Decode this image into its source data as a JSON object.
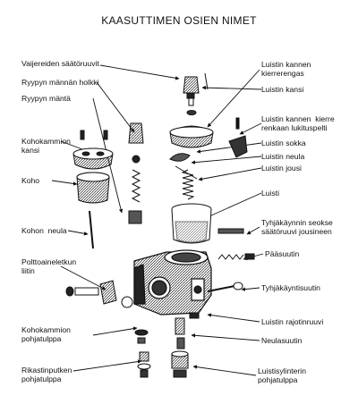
{
  "title": "KAASUTTIMEN OSIEN NIMET",
  "labels_left": {
    "vaijereiden_saatoruuvit": "Vaijereiden säätöruuvit",
    "ryypyn_mannan_holkki": "Ryypyn männän holkki",
    "ryypyn_manta": "Ryypyn mäntä",
    "kohokammion_kansi": "Kohokammion\nkansi",
    "koho": "Koho",
    "kohon_neula": "Kohon  neula",
    "polttoaineletkun_liitin": "Polttoaineletkun\nliitin",
    "kohokammion_pohjatulppa": "Kohokammion\npohjatulppa",
    "rikastinputken_pohjatulppa": "Rikastinputken\npohjatulppa"
  },
  "labels_right": {
    "luistin_kannen_kierrerengas": "Luistin kannen\nkierrerengas",
    "luistin_kansi": "Luistin kansi",
    "luistin_kannen_kierre_renkaan_lukituspelti": "Luistin kannen  kierre\nrenkaan lukituspelti",
    "luistin_sokka": "Luistin sokka",
    "luistin_neula": "Luistin neula",
    "luistin_jousi": "Luistin jousi",
    "luisti": "Luisti",
    "tyhjakayynnin_seokse_saatoruuvi_jousineen": "Tyhjäkäynnin seokse\nsäätöruuvi jousineen",
    "paasuutin": "Pääsuutin",
    "tyhjakayntisuutin": "Tyhjäkäyntisuutin",
    "luistin_rajotinruuvi": "Luistin rajotinruuvi",
    "neulasuutin": "Neulasuutin",
    "luistisylinterin_pohjatulppa": "Luistisylinterin\npohjatulppa"
  }
}
